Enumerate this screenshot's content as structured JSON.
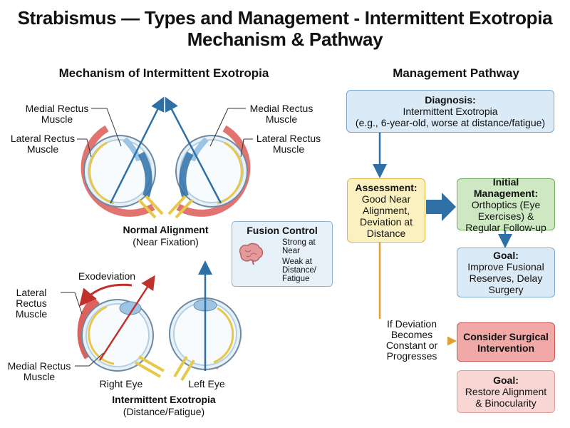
{
  "title": {
    "line1": "Strabismus — Types and Management - Intermittent Exotropia",
    "line2": "Mechanism & Pathway"
  },
  "left": {
    "heading": "Mechanism of Intermittent Exotropia",
    "medial_rectus_left": [
      "Medial Rectus",
      "Muscle"
    ],
    "medial_rectus_right": [
      "Medial Rectus",
      "Muscle"
    ],
    "lateral_rectus_left": [
      "Lateral Rectus",
      "Muscle"
    ],
    "lateral_rectus_right": [
      "Lateral Rectus",
      "Muscle"
    ],
    "normal_caption": "Normal Alignment",
    "normal_sub": "(Near Fixation)",
    "exodeviation": "Exodeviation",
    "lower_lateral": [
      "Lateral Rectus",
      "Muscle"
    ],
    "lower_medial": [
      "Medial Rectus",
      "Muscle"
    ],
    "right_eye": "Right Eye",
    "left_eye": "Left Eye",
    "ixt_caption": "Intermittent Exotropia",
    "ixt_sub": "(Distance/Fatigue)"
  },
  "fusion": {
    "title": "Fusion Control",
    "strong": [
      "Strong at",
      "Near"
    ],
    "weak": [
      "Weak at",
      "Distance/",
      "Fatigue"
    ],
    "brain_icon": "brain-icon"
  },
  "right": {
    "heading": "Management Pathway",
    "diagnosis": {
      "title": "Diagnosis:",
      "line1": "Intermittent Exotropia",
      "line2": "(e.g., 6-year-old, worse at distance/fatigue)"
    },
    "assessment": {
      "title": "Assessment:",
      "lines": [
        "Good Near",
        "Alignment,",
        "Deviation at",
        "Distance"
      ]
    },
    "initial": {
      "title": "Initial Management:",
      "lines": [
        "Orthoptics (Eye",
        "Exercises) &",
        "Regular Follow-up"
      ]
    },
    "goal1": {
      "title": "Goal:",
      "lines": [
        "Improve Fusional",
        "Reserves, Delay",
        "Surgery"
      ]
    },
    "condition": [
      "If Deviation",
      "Becomes",
      "Constant or",
      "Progresses"
    ],
    "surgery": {
      "title": "Consider Surgical",
      "line": "Intervention"
    },
    "goal2": {
      "title": "Goal:",
      "lines": [
        "Restore Alignment",
        "& Binocularity"
      ]
    }
  },
  "colors": {
    "arrow_blue": "#2e6fa6",
    "arrow_red": "#c0302c",
    "arrow_orange": "#e0a030",
    "muscle_red": "#d9514c"
  }
}
